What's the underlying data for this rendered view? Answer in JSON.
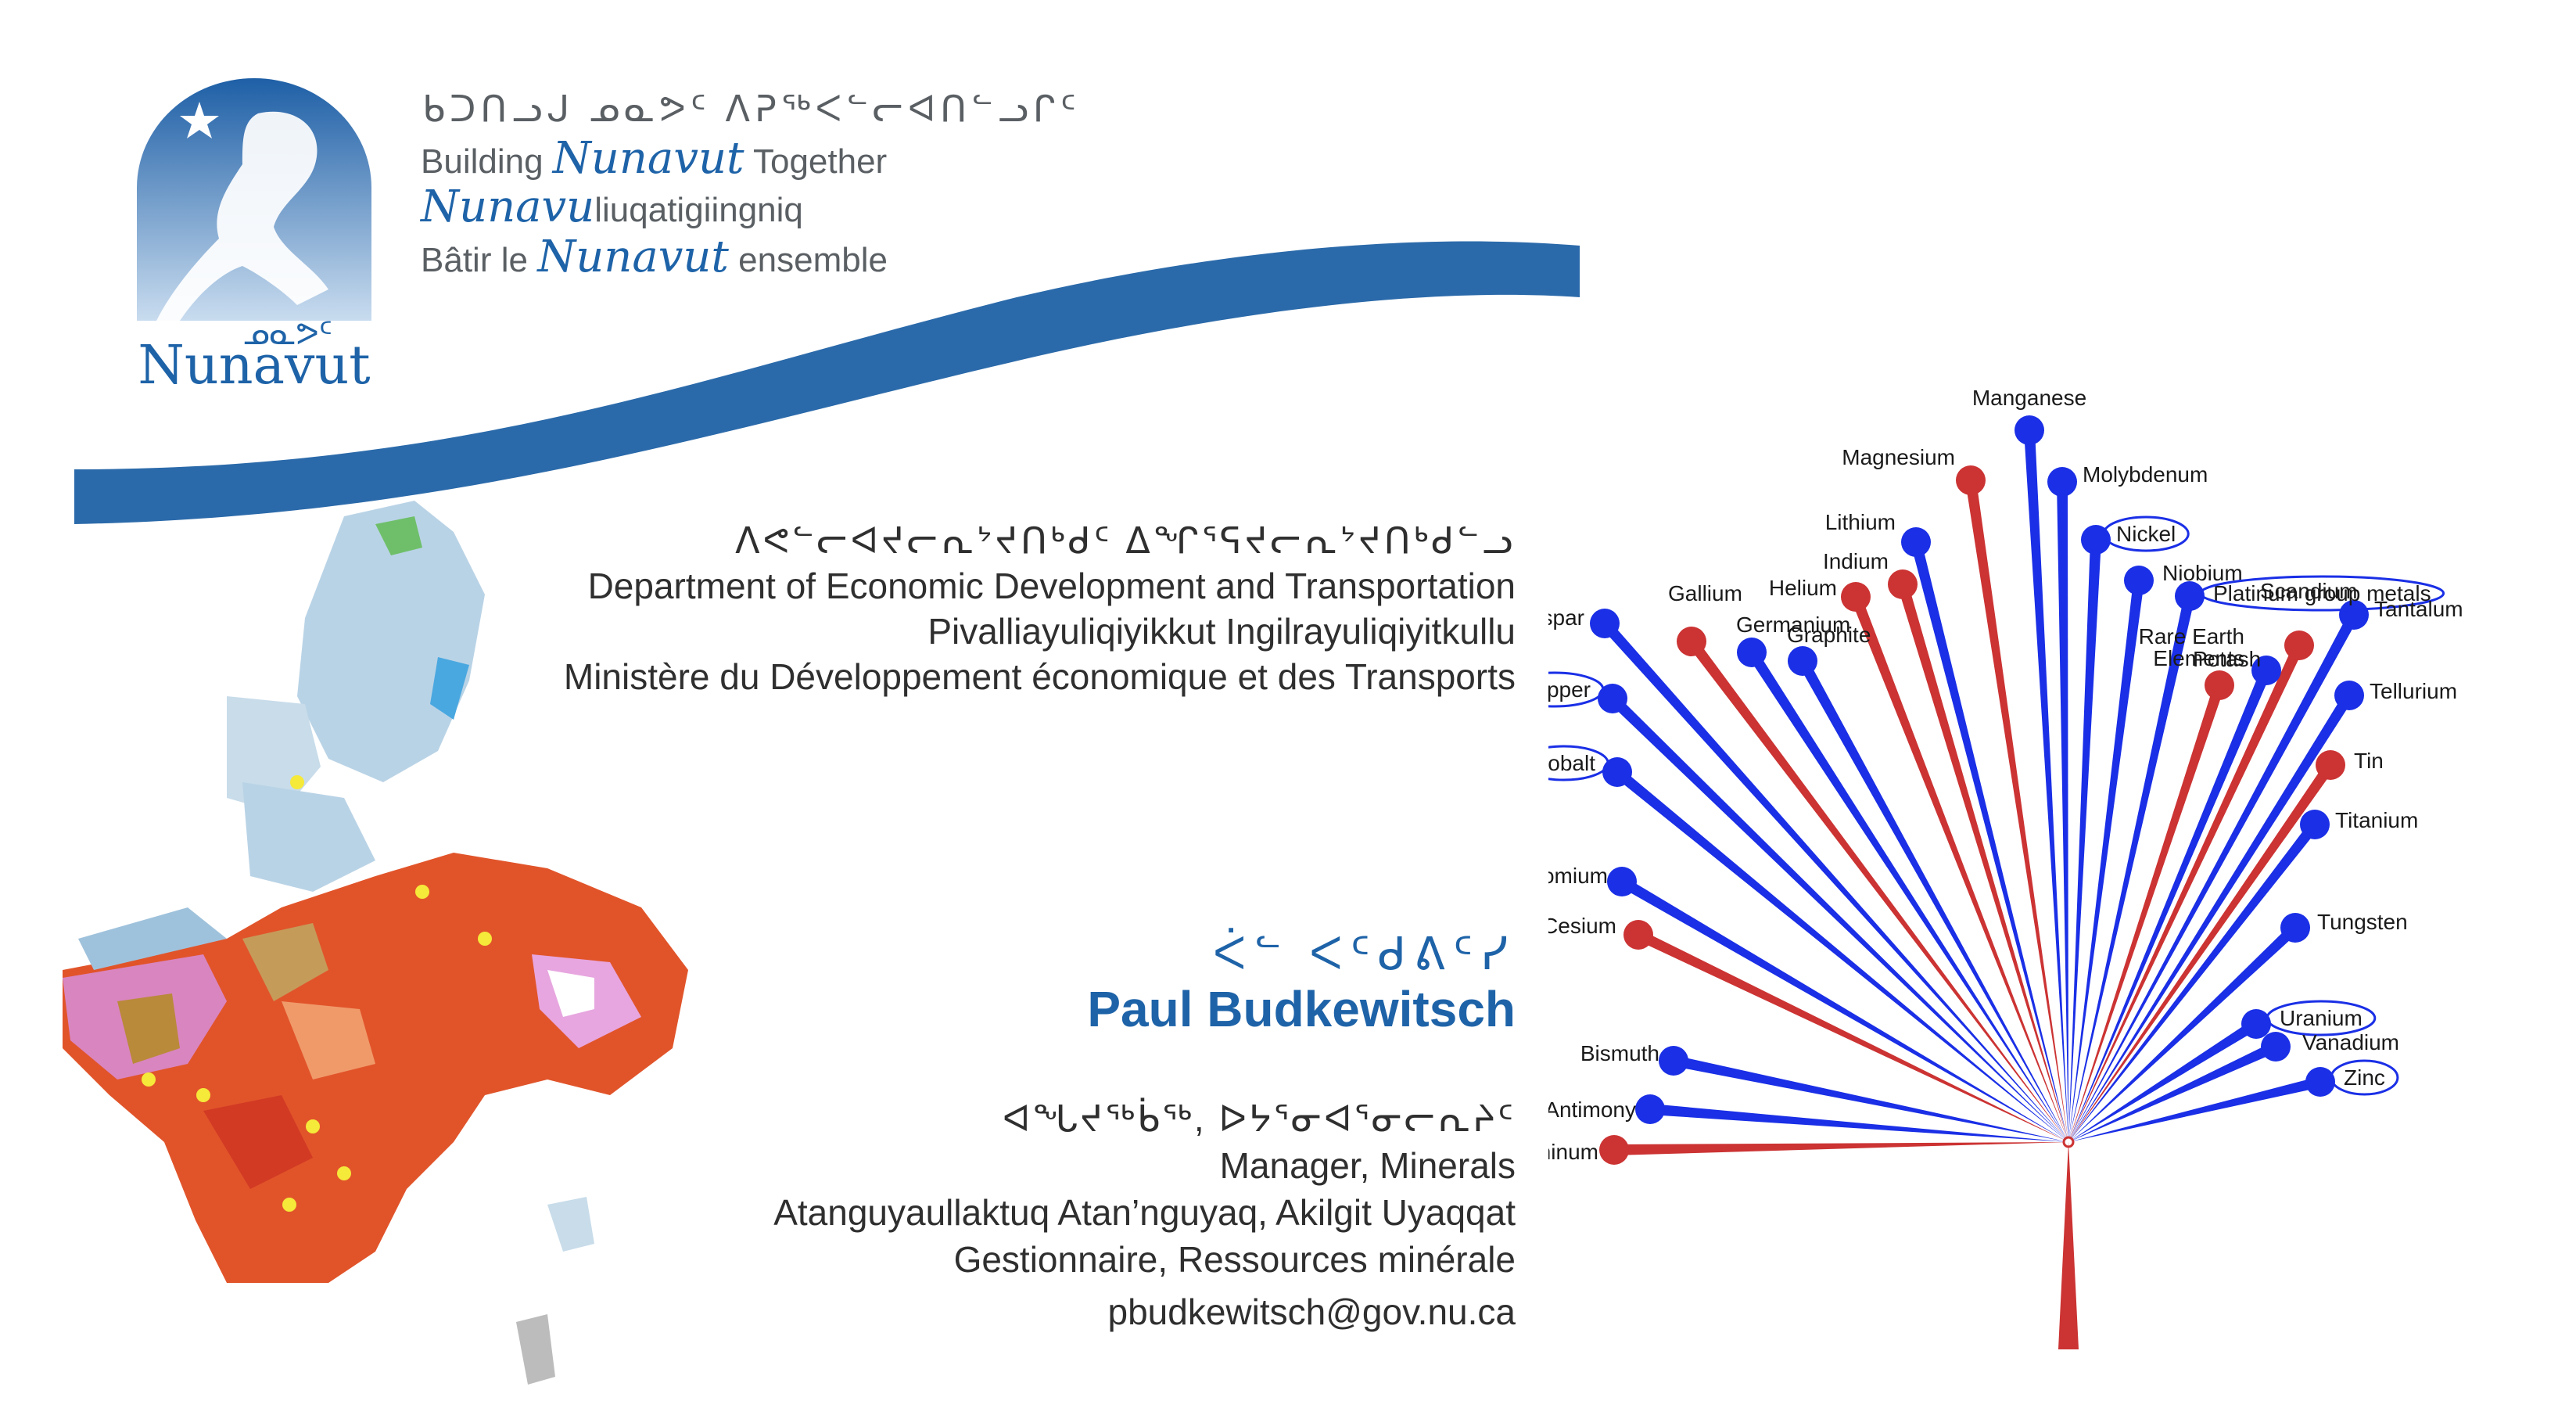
{
  "logo": {
    "wordmark": "Nunavut",
    "syllabic_wordmark": "ᓄᓇᕗᑦ",
    "motto_syllabics": "ᑲᑐᑎᓗᒍ ᓄᓇᕗᑦ ᐱᕈᖅᐸᓪᓕᐊᑎᓪᓗᒋᑦ",
    "motto_en_prefix": "Building",
    "motto_en_accent": "Nunavut",
    "motto_en_suffix": "Together",
    "motto_iu_accent": "Nunavu",
    "motto_iu_suffix": "liuqatigiingniq",
    "motto_fr_prefix": "Bâtir le",
    "motto_fr_accent": "Nunavut",
    "motto_fr_suffix": "ensemble",
    "colors": {
      "blue": "#1e63a8",
      "gray": "#5a5f64"
    }
  },
  "department": {
    "syllabics": "ᐱᕙᓪᓕᐊᔪᓕᕆᔾᔪᑎᒃᑯᑦ ᐃᖏᕐᕋᔪᓕᕆᔾᔪᑎᒃᑯᓪᓗ",
    "english": "Department of Economic Development and Transportation",
    "inuktitut": "Pivalliayuliqiyikkut Ingilrayuliqiyitkullu",
    "french": "Ministère du Développement économique et des Transports"
  },
  "contact": {
    "name_syllabics": "ᐹᓪ ᐸᑦᑯᕕᑦᓯ",
    "name": "Paul Budkewitsch",
    "title_syllabics": "ᐊᖓᔪᖅᑳᖅ, ᐅᔭᕐᓂᐊᕐᓂᓕᕆᔨᑦ",
    "title_en": "Manager, Minerals",
    "title_iu": "Atanguyaullaktuq Atan’nguyaq, Akilgit Uyaqqat",
    "title_fr": "Gestionnaire, Ressources minérale",
    "email": "pbudkewitsch@gov.nu.ca"
  },
  "chart_data": {
    "type": "other",
    "colors": {
      "blue": "#1a2fe6",
      "red": "#cc3333"
    },
    "elements": [
      {
        "name": "Aluminum",
        "color": "red",
        "circled": false
      },
      {
        "name": "Antimony",
        "color": "blue",
        "circled": false
      },
      {
        "name": "Bismuth",
        "color": "blue",
        "circled": false
      },
      {
        "name": "Cesium",
        "color": "red",
        "circled": false
      },
      {
        "name": "Chromium",
        "color": "blue",
        "circled": false
      },
      {
        "name": "Cobalt",
        "color": "blue",
        "circled": true
      },
      {
        "name": "Copper",
        "color": "blue",
        "circled": true
      },
      {
        "name": "Fluorspar",
        "color": "blue",
        "circled": false
      },
      {
        "name": "Gallium",
        "color": "red",
        "circled": false
      },
      {
        "name": "Germanium",
        "color": "blue",
        "circled": false
      },
      {
        "name": "Graphite",
        "color": "blue",
        "circled": false
      },
      {
        "name": "Helium",
        "color": "red",
        "circled": false
      },
      {
        "name": "Indium",
        "color": "red",
        "circled": false
      },
      {
        "name": "Lithium",
        "color": "blue",
        "circled": false
      },
      {
        "name": "Magnesium",
        "color": "red",
        "circled": false
      },
      {
        "name": "Manganese",
        "color": "blue",
        "circled": false
      },
      {
        "name": "Molybdenum",
        "color": "blue",
        "circled": false
      },
      {
        "name": "Nickel",
        "color": "blue",
        "circled": true
      },
      {
        "name": "Niobium",
        "color": "blue",
        "circled": false
      },
      {
        "name": "Platinum group metals",
        "color": "blue",
        "circled": true
      },
      {
        "name": "Potash",
        "color": "red",
        "circled": false
      },
      {
        "name": "Rare Earth Elements",
        "color": "blue",
        "circled": false
      },
      {
        "name": "Scandium",
        "color": "red",
        "circled": false
      },
      {
        "name": "Tantalum",
        "color": "blue",
        "circled": false
      },
      {
        "name": "Tellurium",
        "color": "blue",
        "circled": false
      },
      {
        "name": "Tin",
        "color": "red",
        "circled": false
      },
      {
        "name": "Titanium",
        "color": "blue",
        "circled": false
      },
      {
        "name": "Tungsten",
        "color": "blue",
        "circled": false
      },
      {
        "name": "Uranium",
        "color": "blue",
        "circled": true
      },
      {
        "name": "Vanadium",
        "color": "blue",
        "circled": false
      },
      {
        "name": "Zinc",
        "color": "blue",
        "circled": true
      }
    ]
  }
}
